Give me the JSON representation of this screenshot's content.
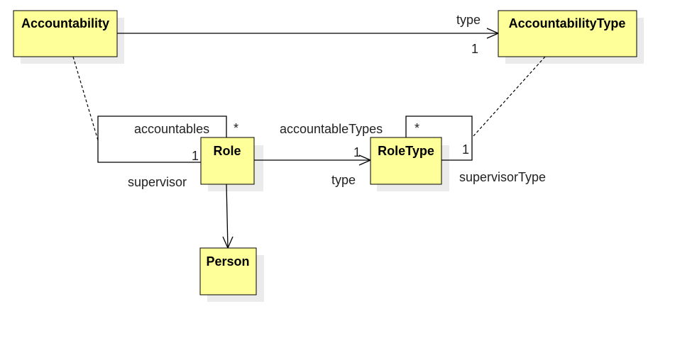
{
  "diagram": {
    "classes": {
      "accountability": "Accountability",
      "accountability_type": "AccountabilityType",
      "role": "Role",
      "role_type": "RoleType",
      "person": "Person"
    },
    "labels": {
      "acc_type_role": "type",
      "acc_type_mult": "1",
      "accountables": "accountables",
      "accountables_mult": "*",
      "supervisor": "supervisor",
      "supervisor_mult": "1",
      "role_type_role": "type",
      "role_type_mult": "1",
      "accountable_types": "accountableTypes",
      "accountable_types_mult": "*",
      "supervisor_type": "supervisorType",
      "supervisor_type_mult": "1"
    },
    "colors": {
      "class_fill": "#ffff99",
      "class_stroke": "#000000",
      "shadow": "#ebebeb"
    }
  }
}
